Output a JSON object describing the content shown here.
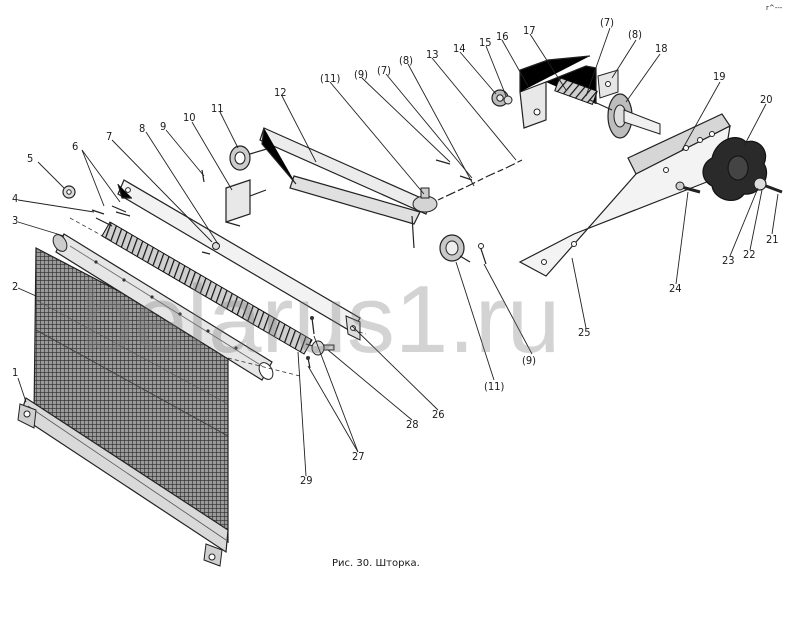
{
  "figure": {
    "caption": "Рис. 30. Шторка.",
    "watermark": "belarus1.ru",
    "corner_mark": "r^---"
  },
  "callouts": [
    {
      "id": "1",
      "text": "1"
    },
    {
      "id": "2",
      "text": "2"
    },
    {
      "id": "3",
      "text": "3"
    },
    {
      "id": "4",
      "text": "4"
    },
    {
      "id": "5",
      "text": "5"
    },
    {
      "id": "6",
      "text": "6"
    },
    {
      "id": "7",
      "text": "7"
    },
    {
      "id": "8",
      "text": "8"
    },
    {
      "id": "9",
      "text": "9"
    },
    {
      "id": "10",
      "text": "10"
    },
    {
      "id": "11",
      "text": "11"
    },
    {
      "id": "12",
      "text": "12"
    },
    {
      "id": "11b",
      "text": "(11)"
    },
    {
      "id": "9b",
      "text": "(9)"
    },
    {
      "id": "7b",
      "text": "(7)"
    },
    {
      "id": "8b",
      "text": "(8)"
    },
    {
      "id": "13",
      "text": "13"
    },
    {
      "id": "14",
      "text": "14"
    },
    {
      "id": "15",
      "text": "15"
    },
    {
      "id": "16",
      "text": "16"
    },
    {
      "id": "17",
      "text": "17"
    },
    {
      "id": "7c",
      "text": "(7)"
    },
    {
      "id": "8c",
      "text": "(8)"
    },
    {
      "id": "18",
      "text": "18"
    },
    {
      "id": "19",
      "text": "19"
    },
    {
      "id": "20",
      "text": "20"
    },
    {
      "id": "21",
      "text": "21"
    },
    {
      "id": "22",
      "text": "22"
    },
    {
      "id": "23",
      "text": "23"
    },
    {
      "id": "24",
      "text": "24"
    },
    {
      "id": "25",
      "text": "25"
    },
    {
      "id": "9c",
      "text": "(9)"
    },
    {
      "id": "11c",
      "text": "(11)"
    },
    {
      "id": "26",
      "text": "26"
    },
    {
      "id": "27",
      "text": "27"
    },
    {
      "id": "28",
      "text": "28"
    },
    {
      "id": "29",
      "text": "29"
    }
  ]
}
